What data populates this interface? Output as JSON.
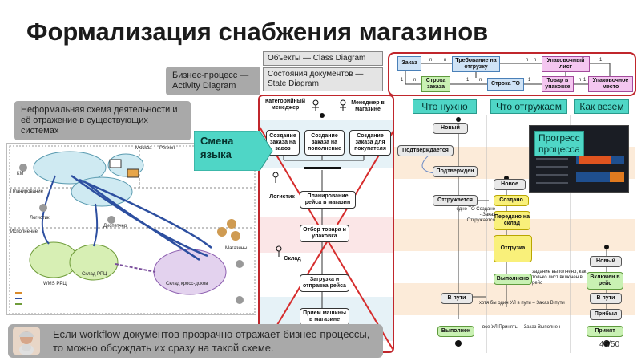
{
  "slide": {
    "title": "Формализация снабжения магазинов",
    "page_number": "45/50"
  },
  "callouts": {
    "informal": "Неформальная схема деятельности и её отражение в существующих системах",
    "activity": "Бизнес-процесс — Activity Diagram",
    "objects": "Объекты — Class Diagram",
    "states": "Состояния документов — State Diagram",
    "lang_change": "Смена языка",
    "progress": "Прогресс процесса",
    "bottom_note": "Если workflow документов прозрачно отражает бизнес-процессы, то можно обсуждать их сразу на такой схеме."
  },
  "tabs": {
    "what_needed": "Что нужно",
    "what_shipped": "Что отгружаем",
    "how_deliver": "Как везем"
  },
  "class_diagram": {
    "order": "Заказ",
    "requirement": "Требование на отгрузку",
    "pack_sheet": "Упаковочный лист",
    "order_line": "Строка заказа",
    "to_line": "Строка ТО",
    "goods_in_pack": "Товар в упаковке",
    "pack_place": "Упаковочное место",
    "mult_n": "n",
    "mult_1": "1"
  },
  "activity": {
    "category_manager": "Категорийный менеджер",
    "store_manager": "Менеджер в магазине",
    "create_order_warehouse": "Создание заказа на завоз",
    "create_order_replenish": "Создание заказа на пополнение",
    "create_order_customer": "Создание заказа для покупателя",
    "logistician": "Логистик",
    "plan_trip": "Планирование рейса в магазин",
    "pick_pack": "Отбор товара и упаковка",
    "warehouse": "Склад",
    "load_ship": "Загрузка и отправка рейса",
    "receive_truck": "Прием машины в магазине"
  },
  "states": {
    "new": "Новый",
    "confirming": "Подтверждается",
    "confirmed": "Подтвержден",
    "shipping": "Отгружается",
    "in_transit": "В пути",
    "done": "Выполнен",
    "to_new": "Новое",
    "created": "Создано",
    "sent_to_wh": "Передано на склад",
    "packing": "Отгрузка",
    "executed": "Выполнено",
    "pl_new": "Новый",
    "in_trip": "Включен в рейс",
    "pl_transit": "В пути",
    "arrived": "Прибыл",
    "accepted": "Принят",
    "note_one_to": "одно ТО Создано - Заказ Отгружается",
    "note_packing_done": "задание выполнено, как только лист включен в рейс",
    "note_one_ul": "хотя бы один УЛ в пути – Заказ В пути",
    "note_all_ul": "все УЛ Приняты – Заказ Выполнен"
  },
  "informal_scheme": {
    "moscow": "Москва",
    "region": "Регион",
    "planning": "Планирование",
    "execution": "Исполнение",
    "logist": "Логистик",
    "dispatcher": "Диспетчер",
    "warehouse_rfc": "Склад РРЦ",
    "wms_rfc": "WMS РРЦ",
    "warehouse_cross": "Склад кросс-доков",
    "stores": "Магазины",
    "km": "КМ"
  },
  "colors": {
    "teal": "#4fd6c6",
    "red_frame": "#c0262c",
    "gray_callout": "#a9a9a9"
  }
}
